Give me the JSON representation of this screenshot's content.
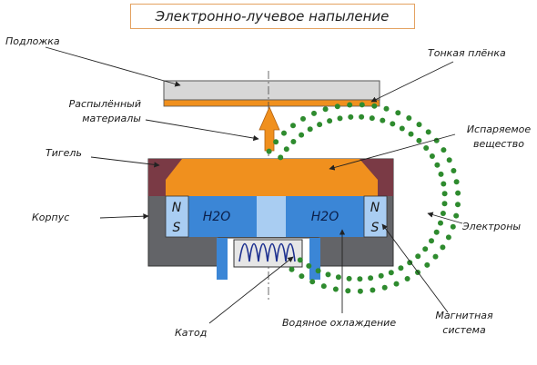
{
  "title": "Электронно-лучевое напыление",
  "labels": {
    "substrate": "Подложка",
    "thin_film": "Тонкая плёнка",
    "sprayed_material_line1": "Распылённый",
    "sprayed_material_line2": "материалы",
    "crucible": "Тигель",
    "evaporated_line1": "Испаряемое",
    "evaporated_line2": "вещество",
    "housing": "Корпус",
    "electrons": "Электроны",
    "cathode": "Катод",
    "water_cooling": "Водяное охлаждение",
    "magnetic_line1": "Магнитная",
    "magnetic_line2": "система"
  },
  "magnet": {
    "n": "N",
    "s": "S"
  },
  "coolant": {
    "h2o_left": "H2O",
    "h2o_right": "H2O"
  },
  "colors": {
    "title_border": "#e3a160",
    "housing": "#636468",
    "crucible": "#7a3a45",
    "material": "#f0901e",
    "water": "#3b86d6",
    "magnet": "#a9cdf2",
    "substrate": "#d7d7d7",
    "electron": "#2e8b2e"
  }
}
